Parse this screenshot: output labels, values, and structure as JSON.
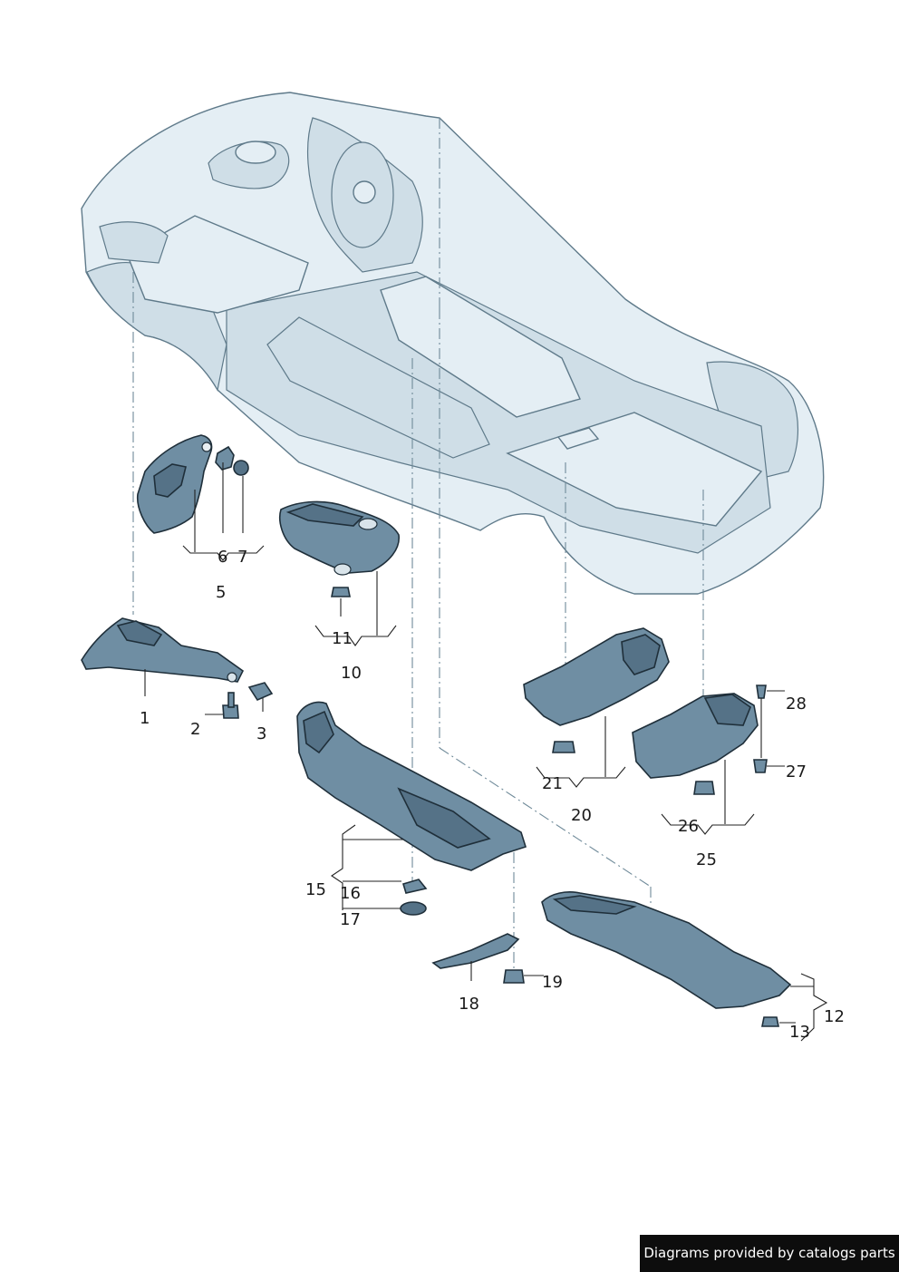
{
  "footer": {
    "credit": "Diagrams provided by catalogs parts"
  },
  "callouts": {
    "c1": "1",
    "c2": "2",
    "c3": "3",
    "c5": "5",
    "c6": "6",
    "c7": "7",
    "c10": "10",
    "c11": "11",
    "c12": "12",
    "c13": "13",
    "c15": "15",
    "c16": "16",
    "c17": "17",
    "c18": "18",
    "c19": "19",
    "c20": "20",
    "c21": "21",
    "c25": "25",
    "c26": "26",
    "c27": "27",
    "c28": "28"
  },
  "colors": {
    "part_fill": "#6f8ea3",
    "car_body": "#e4eef4",
    "outline": "#1f2f3a"
  }
}
